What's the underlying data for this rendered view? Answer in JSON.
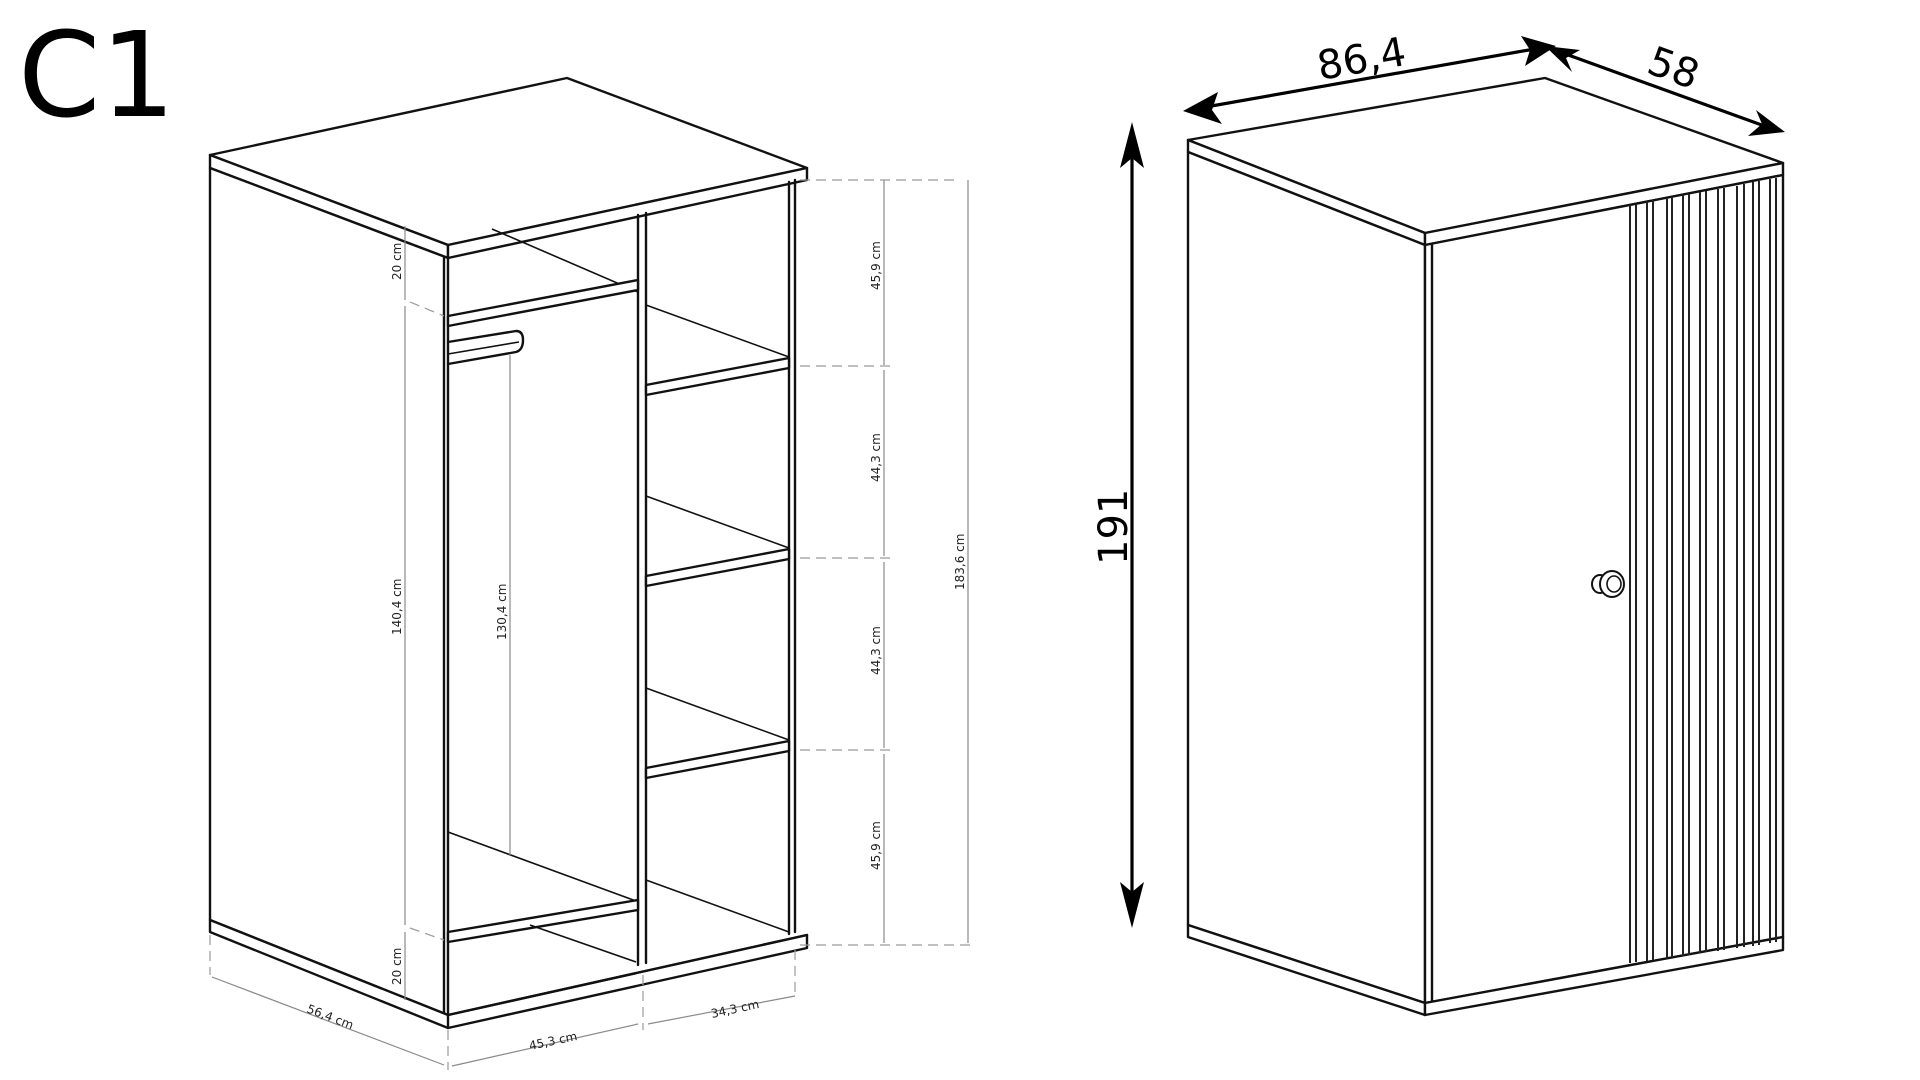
{
  "title": "C1",
  "left_view": {
    "description": "open interior view with dimensions",
    "dimensions": {
      "top_compartment": "20 cm",
      "hanging_space": "140,4 cm",
      "rail_height": "130,4 cm",
      "bottom_compartment": "20 cm",
      "shelf_1": "45,9 cm",
      "shelf_2": "44,3 cm",
      "shelf_3": "44,3 cm",
      "shelf_4": "45,9 cm",
      "inner_height": "183,6 cm",
      "depth": "56,4 cm",
      "left_width": "45,3 cm",
      "right_width": "34,3 cm"
    }
  },
  "right_view": {
    "description": "closed wardrobe with ribbed door panel and knob",
    "dimensions": {
      "width": "86,4",
      "depth": "58",
      "height": "191"
    }
  },
  "colors": {
    "line": "#111111",
    "dimension_line": "#8a8a8a",
    "background": "#ffffff"
  }
}
